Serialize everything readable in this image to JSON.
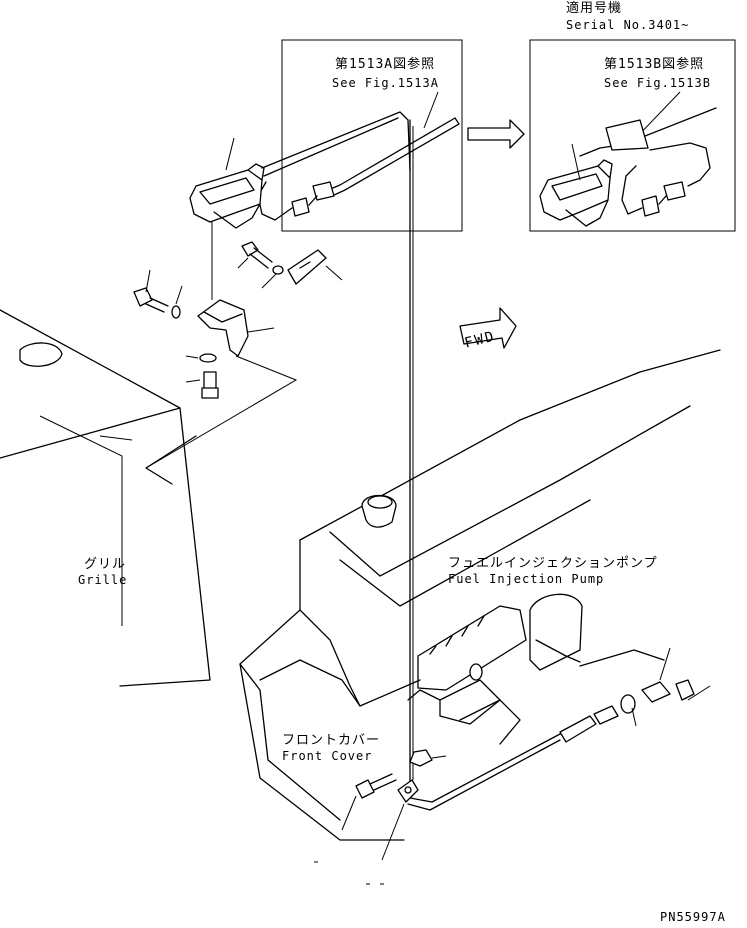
{
  "serial": {
    "jp": "適用号機",
    "en": "Serial No.3401~"
  },
  "boxes": {
    "left": {
      "jp": "第1513A図参照",
      "en": "See Fig.1513A"
    },
    "right": {
      "jp": "第1513B図参照",
      "en": "See Fig.1513B"
    }
  },
  "labels": {
    "grille_jp": "グリル",
    "grille_en": "Grille",
    "pump_jp": "フュエルインジェクションポンプ",
    "pump_en": "Fuel Injection Pump",
    "cover_jp": "フロントカバー",
    "cover_en": "Front Cover",
    "fwd": "FWD"
  },
  "drawing_number": "PN55997A"
}
